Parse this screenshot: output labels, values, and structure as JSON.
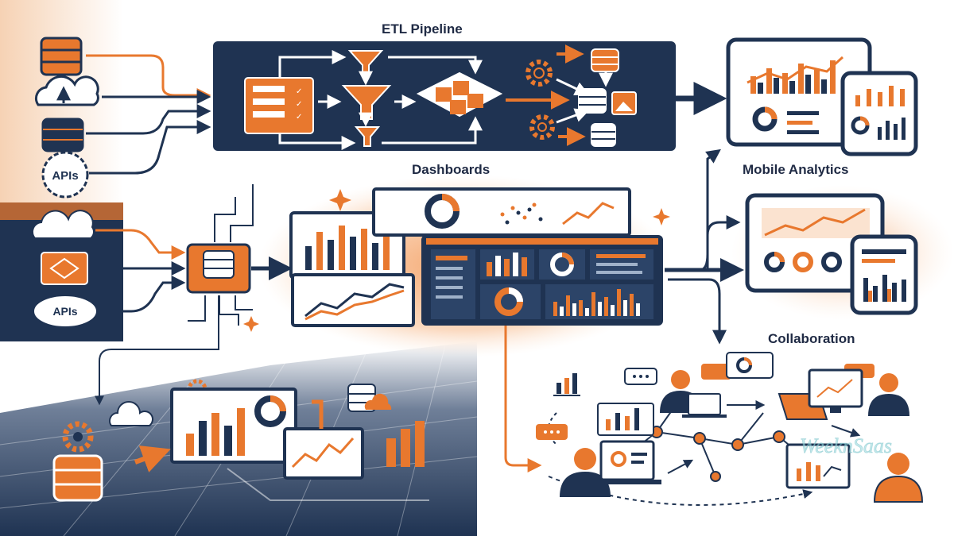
{
  "labels": {
    "etl": "ETL Pipeline",
    "dashboards": "Dashboards",
    "mobile": "Mobile Analytics",
    "collaboration": "Collaboration",
    "api_top": "APIs",
    "api_bottom": "APIs",
    "watermark": "WeeknSaas"
  },
  "colors": {
    "navy": "#1f3352",
    "orange": "#e8782e",
    "light": "#f4f6f9",
    "grid": "#c9d3e0"
  },
  "icons": [
    "database-icon",
    "cloud-upload-icon",
    "gear-icon",
    "funnel-icon",
    "cube-icon",
    "cloud-icon",
    "laptop-icon",
    "tablet-icon",
    "phone-icon",
    "monitor-icon",
    "person-icon",
    "chat-bubble-icon",
    "arrow-icon"
  ]
}
